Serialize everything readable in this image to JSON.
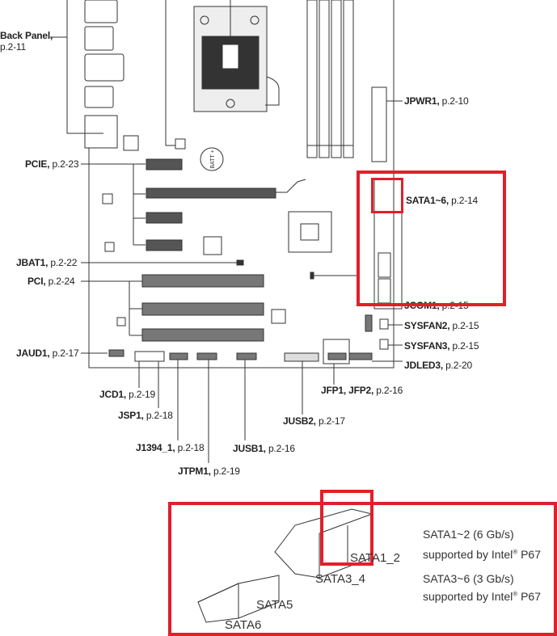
{
  "labels": {
    "back_panel": {
      "name": "Back Panel,",
      "page": "p.2-11"
    },
    "pcie": {
      "name": "PCIE,",
      "page": " p.2-23"
    },
    "jbat1": {
      "name": "JBAT1,",
      "page": " p.2-22"
    },
    "pci": {
      "name": "PCI,",
      "page": " p.2-24"
    },
    "jaud1": {
      "name": "JAUD1,",
      "page": " p.2-17"
    },
    "jcd1": {
      "name": "JCD1,",
      "page": " p.2-19"
    },
    "jsp1": {
      "name": "JSP1,",
      "page": " p.2-18"
    },
    "j1394": {
      "name": "J1394_1,",
      "page": " p.2-18"
    },
    "jtpm1": {
      "name": "JTPM1,",
      "page": " p.2-19"
    },
    "jusb1": {
      "name": "JUSB1,",
      "page": " p.2-16"
    },
    "jusb2": {
      "name": "JUSB2,",
      "page": " p.2-17"
    },
    "jfp": {
      "name": "JFP1, JFP2,",
      "page": " p.2-16"
    },
    "jpwr1": {
      "name": "JPWR1,",
      "page": " p.2-10"
    },
    "sata": {
      "name": "SATA1~6,",
      "page": " p.2-14"
    },
    "jcom1": {
      "name": "JCOM1,",
      "page": " p.2-15"
    },
    "sysfan2": {
      "name": "SYSFAN2,",
      "page": " p.2-15"
    },
    "sysfan3": {
      "name": "SYSFAN3,",
      "page": " p.2-15"
    },
    "jdled3": {
      "name": "JDLED3,",
      "page": " p.2-20"
    },
    "batt": "BATT +"
  },
  "detail": {
    "ports": [
      "SATA1_2",
      "SATA3_4",
      "SATA5",
      "SATA6"
    ],
    "notes": [
      {
        "title": "SATA1~2 (6 Gb/s)",
        "line": "supported by Intel",
        "mark": "®",
        "chip": " P67"
      },
      {
        "title": "SATA3~6 (3 Gb/s)",
        "line": "supported by Intel",
        "mark": "®",
        "chip": " P67"
      }
    ]
  },
  "colors": {
    "highlight": "#e0202a"
  }
}
